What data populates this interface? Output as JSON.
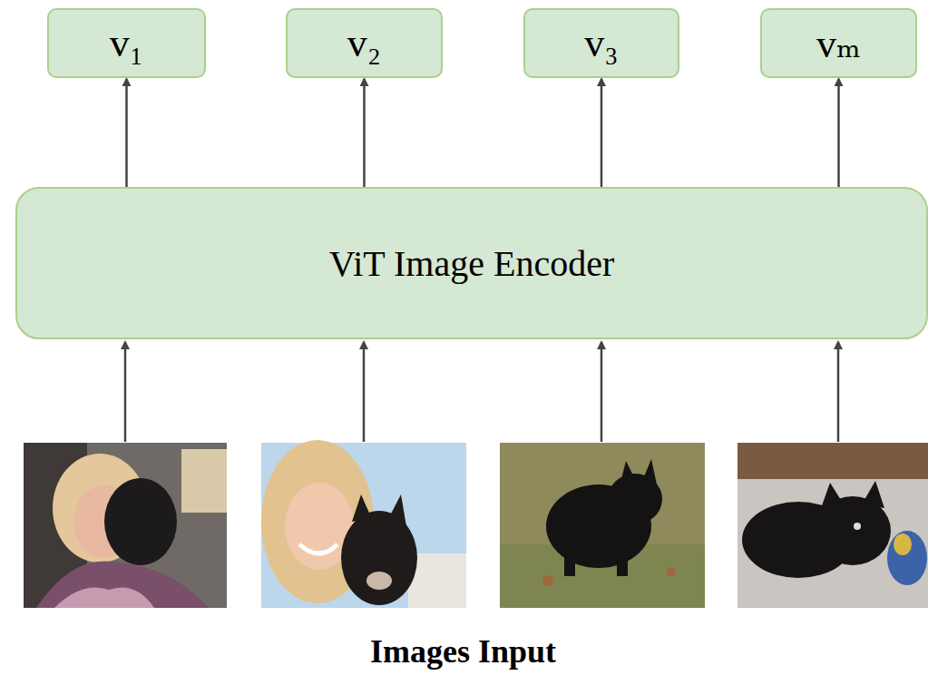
{
  "diagram": {
    "nodes": [
      {
        "text": [
          "v₁"
        ]
      },
      {
        "text": [
          "v₂"
        ]
      },
      {
        "text": [
          "v₃"
        ]
      },
      {
        "text": [
          "vₘ"
        ]
      },
      {
        "text": [
          "ViT Image Encoder"
        ]
      }
    ],
    "edges": [
      {
        "from": 4,
        "to": 0,
        "arrow": "to"
      },
      {
        "from": 4,
        "to": 1,
        "arrow": "to"
      },
      {
        "from": 4,
        "to": 2,
        "arrow": "to"
      },
      {
        "from": 4,
        "to": 3,
        "arrow": "to"
      }
    ],
    "labels": [
      "Images Input"
    ]
  }
}
